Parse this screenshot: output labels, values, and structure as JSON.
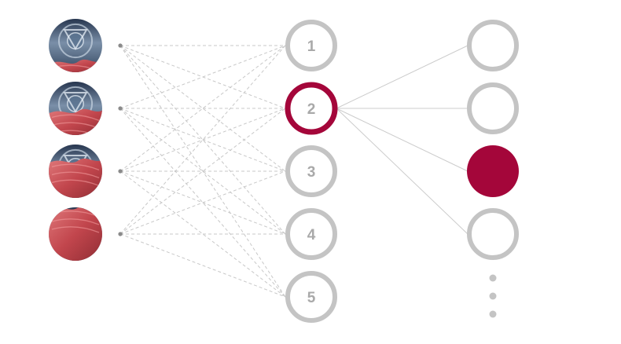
{
  "colors": {
    "node_stroke": "#c4c4c4",
    "active": "#a4063a",
    "dashed_line": "#c8c8c8",
    "solid_line": "#cccccc",
    "label": "#a9a9a9",
    "fabric_red": "#c04a4f",
    "metal_blue": "#3e5878"
  },
  "inputs": [
    {
      "icon": "washer-drum-fabric-icon",
      "fabric_level": 0.2
    },
    {
      "icon": "washer-drum-fabric-icon",
      "fabric_level": 0.45
    },
    {
      "icon": "washer-drum-fabric-icon",
      "fabric_level": 0.7
    },
    {
      "icon": "washer-drum-fabric-icon",
      "fabric_level": 1.0
    }
  ],
  "hidden_nodes": [
    {
      "label": "1",
      "active": false
    },
    {
      "label": "2",
      "active": true
    },
    {
      "label": "3",
      "active": false
    },
    {
      "label": "4",
      "active": false
    },
    {
      "label": "5",
      "active": false
    }
  ],
  "output_nodes": [
    {
      "selected": false
    },
    {
      "selected": false
    },
    {
      "selected": true
    },
    {
      "selected": false
    }
  ],
  "continuation_icon": "vertical-ellipsis-icon"
}
